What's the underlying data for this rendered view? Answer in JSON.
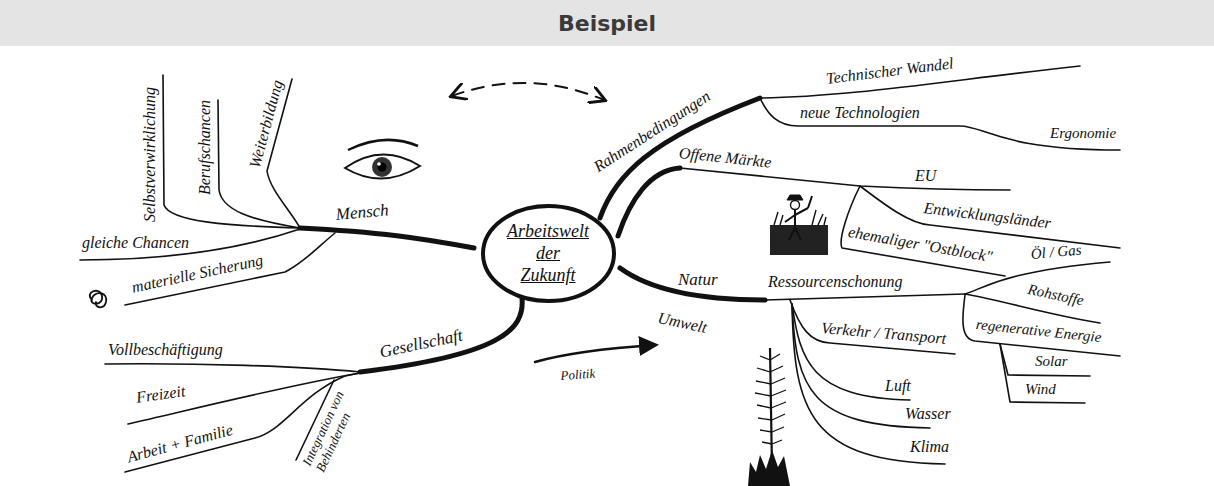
{
  "diagram": {
    "title": "Beispiel",
    "nodes": [
      {
        "text": [
          "Arbeitswelt der Zukunft"
        ]
      }
    ],
    "labels": [
      "Mensch",
      "Selbstverwirklichung",
      "Berufschancen",
      "Weiterbildung",
      "gleiche Chancen",
      "materielle Sicherung",
      "Gesellschaft",
      "Vollbeschäftigung",
      "Freizeit",
      "Arbeit + Familie",
      "Integration von Behinderten",
      "Politik",
      "Rahmenbedingungen",
      "Technischer Wandel",
      "neue Technologien",
      "Ergonomie",
      "Offene Märkte",
      "EU",
      "Entwicklungsländer",
      "ehemaliger \"Ostblock\"",
      "Natur",
      "Umwelt",
      "Ressourcenschonung",
      "Öl / Gas",
      "Rohstoffe",
      "regenerative Energie",
      "Solar",
      "Wind",
      "Verkehr / Transport",
      "Luft",
      "Wasser",
      "Klima"
    ]
  }
}
